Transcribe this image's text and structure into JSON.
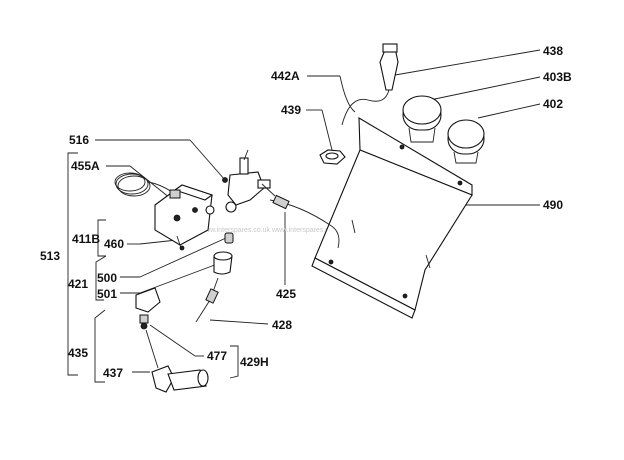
{
  "labels": {
    "l438": "438",
    "l442a": "442A",
    "l403b": "403B",
    "l402": "402",
    "l439": "439",
    "l516": "516",
    "l455a": "455A",
    "l490": "490",
    "l411b": "411B",
    "l460": "460",
    "l513": "513",
    "l421": "421",
    "l500": "500",
    "l501": "501",
    "l425": "425",
    "l428": "428",
    "l435": "435",
    "l477": "477",
    "l437": "437",
    "l429h": "429H"
  },
  "watermark": "www.interspares.co.uk www.interspares.co.uk www.interspares.co.uk"
}
